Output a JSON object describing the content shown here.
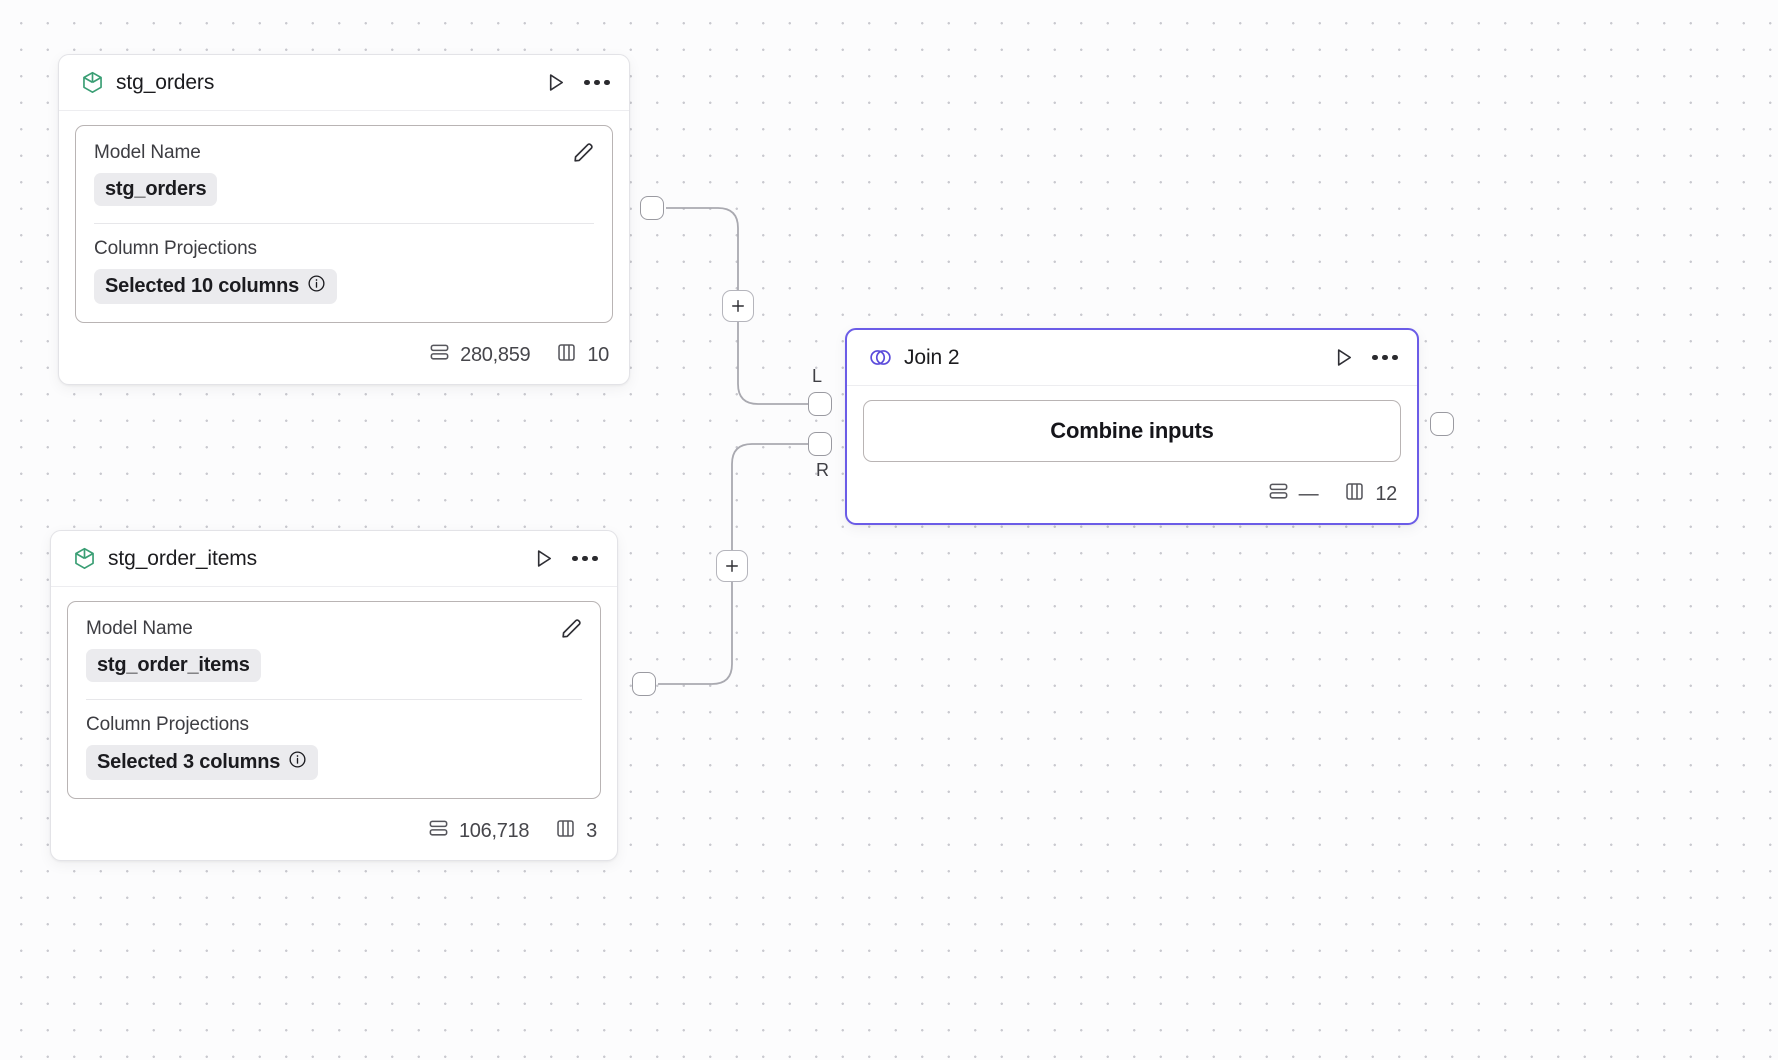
{
  "canvas": {
    "background": "#fcfcfd",
    "dot_color": "#c9c9cf",
    "accent_color": "#6b5ce7",
    "model_icon_color": "#3a9e74"
  },
  "nodes": [
    {
      "id": "stg_orders",
      "title": "stg_orders",
      "icon": "cube-icon",
      "type": "model",
      "fields": {
        "model_name_label": "Model Name",
        "model_name_value": "stg_orders",
        "column_projections_label": "Column Projections",
        "column_projections_value": "Selected 10 columns"
      },
      "footer": {
        "rows": "280,859",
        "columns": "10"
      },
      "actions": {
        "run": "run-icon",
        "more": "more-icon",
        "edit": "pencil-icon",
        "info": "info-icon"
      }
    },
    {
      "id": "stg_order_items",
      "title": "stg_order_items",
      "icon": "cube-icon",
      "type": "model",
      "fields": {
        "model_name_label": "Model Name",
        "model_name_value": "stg_order_items",
        "column_projections_label": "Column Projections",
        "column_projections_value": "Selected 3 columns"
      },
      "footer": {
        "rows": "106,718",
        "columns": "3"
      },
      "actions": {
        "run": "run-icon",
        "more": "more-icon",
        "edit": "pencil-icon",
        "info": "info-icon"
      }
    },
    {
      "id": "join_2",
      "title": "Join 2",
      "icon": "venn-icon",
      "type": "join",
      "selected": true,
      "body_label": "Combine inputs",
      "ports": {
        "left": "L",
        "right": "R"
      },
      "footer": {
        "rows": "—",
        "columns": "12"
      },
      "actions": {
        "run": "run-icon",
        "more": "more-icon"
      }
    }
  ],
  "edges": [
    {
      "from": "stg_orders",
      "to": "join_2",
      "port": "L",
      "add_button": "+"
    },
    {
      "from": "stg_order_items",
      "to": "join_2",
      "port": "R",
      "add_button": "+"
    }
  ]
}
